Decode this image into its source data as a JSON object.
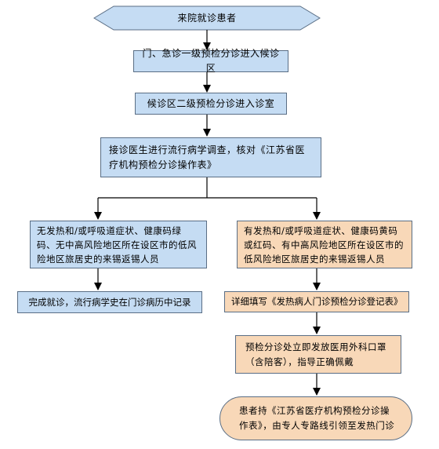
{
  "flowchart": {
    "start": "来院就诊患者",
    "step1": "门、急诊一级预检分诊进入候诊区",
    "step2": "候诊区二级预检分诊进入诊室",
    "step3": "接诊医生进行流行病学调查，核对《江苏省医疗机构预检分诊操作表》",
    "left_branch": {
      "condition": "无发热和/或呼吸道症状、健康码绿码、无中高风险地区所在设区市的低风险地区旅居史的来锡返锡人员",
      "action": "完成就诊，流行病学史在门诊病历中记录"
    },
    "right_branch": {
      "condition": "有发热和/或呼吸道症状、健康码黄码或红码、有中高风险地区所在设区市的低风险地区旅居史的来锡返锡人员",
      "action1": "详细填写《发热病人门诊预检分诊登记表》",
      "action2": "预检分诊处立即发放医用外科口罩（含陪客），指导正确佩戴",
      "end": "患者持《江苏省医疗机构预检分诊操作表》，由专人专路线引领至发热门诊"
    }
  },
  "colors": {
    "blue_fill": "#c5dcf3",
    "orange_fill": "#f8d8b8",
    "border": "#5a6e85",
    "connector": "#000000"
  }
}
